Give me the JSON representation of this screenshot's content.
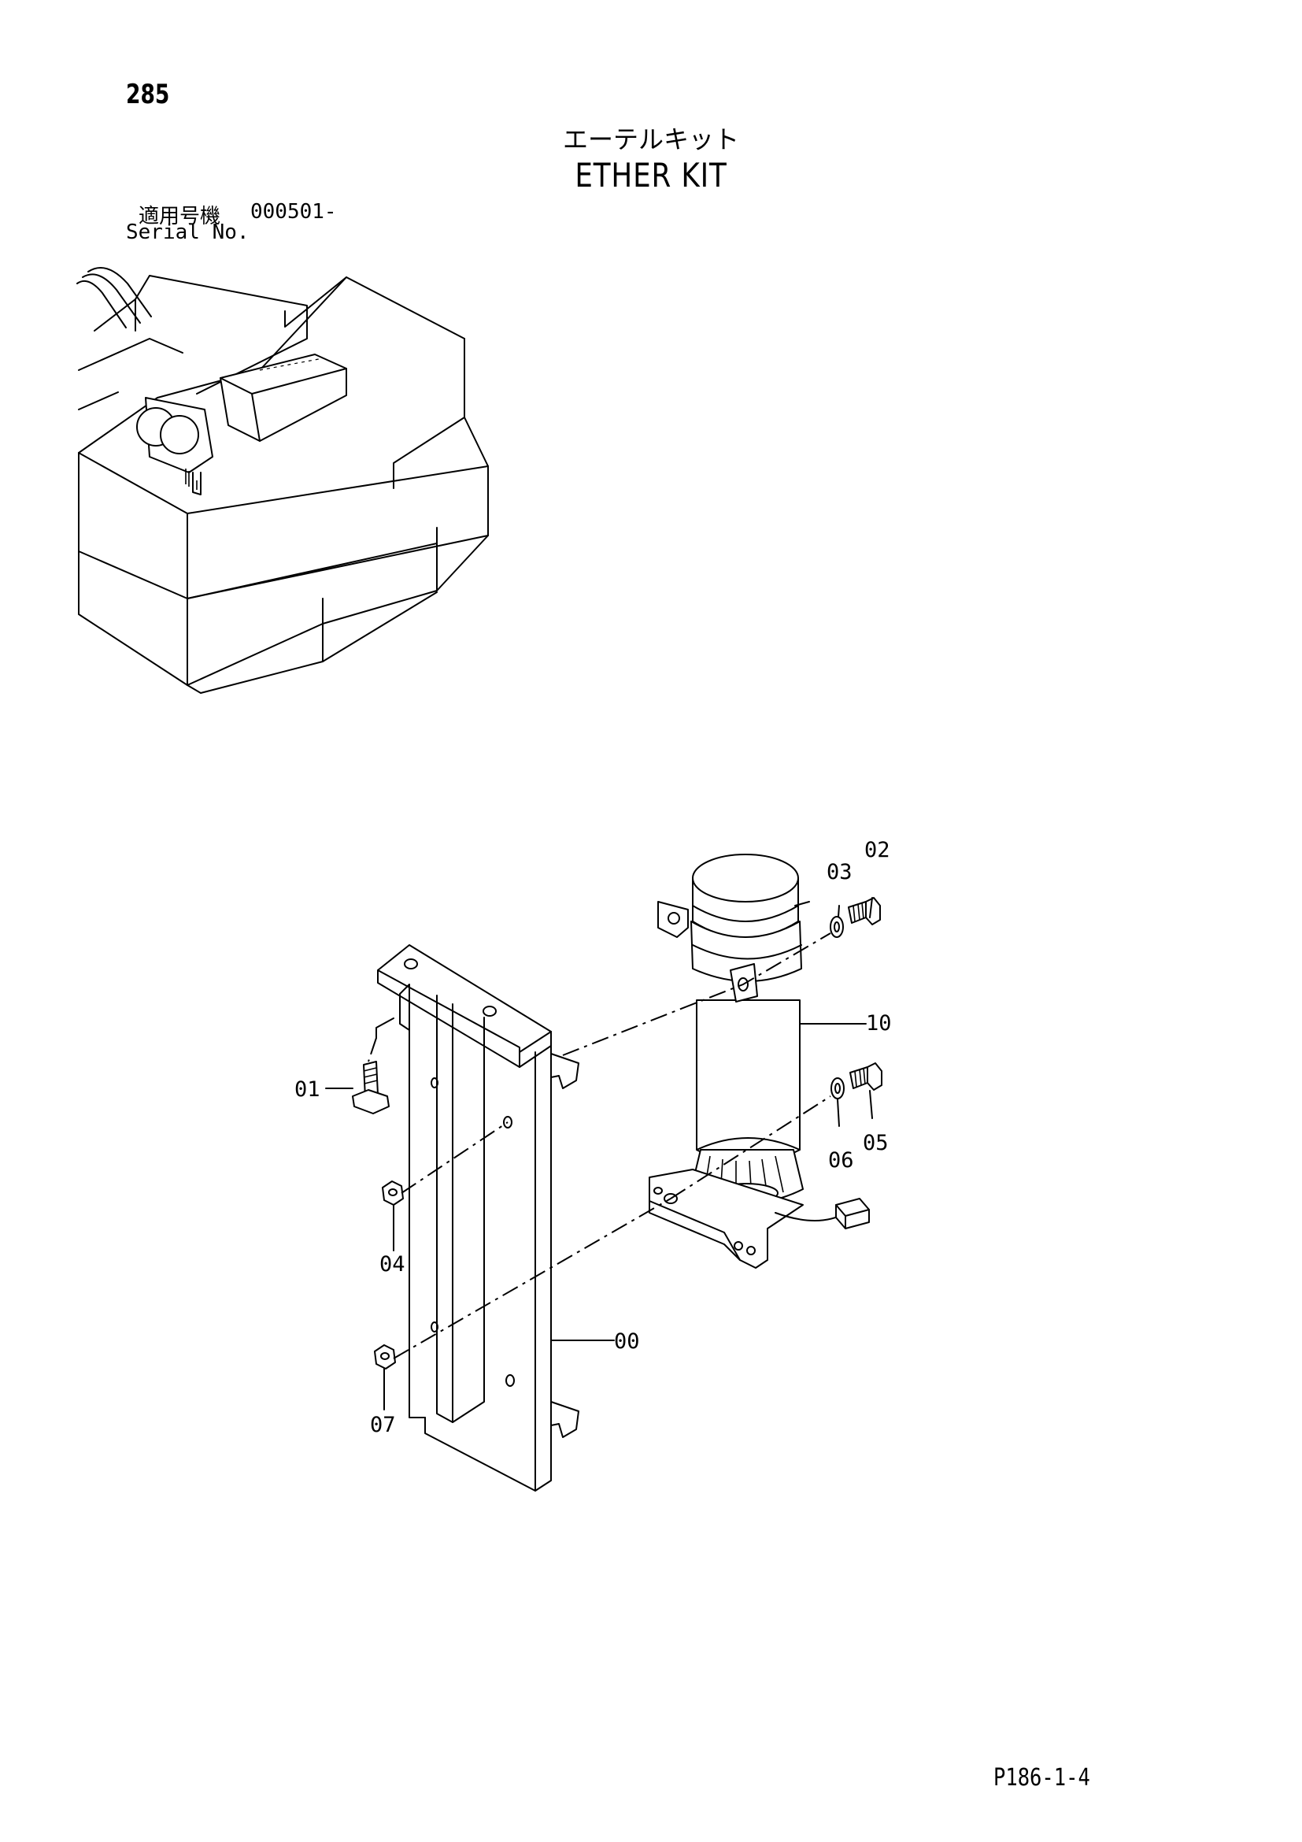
{
  "page": {
    "number": "285",
    "title_jp": "エーテルキット",
    "title_en": "ETHER KIT",
    "serial_label_jp": "適用号機",
    "serial_value": "000501-",
    "serial_label_en": "Serial No.",
    "drawing_code": "P186-1-4"
  },
  "callouts": {
    "c00": "00",
    "c01": "01",
    "c02": "02",
    "c03": "03",
    "c04": "04",
    "c05": "05",
    "c06": "06",
    "c07": "07",
    "c10": "10"
  },
  "icons": {
    "bolt": "bolt-icon",
    "nut": "nut-icon",
    "washer": "washer-icon",
    "cylinder": "ether-cylinder-icon",
    "bracket": "mounting-bracket-icon"
  }
}
